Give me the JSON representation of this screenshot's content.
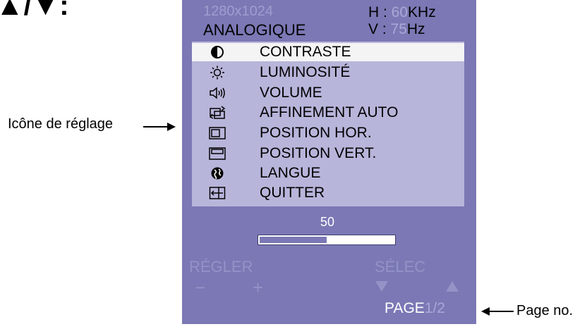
{
  "heading_fragment": "▲/▼:",
  "osd": {
    "resolution": "1280x1024",
    "mode": "ANALOGIQUE",
    "h_label": "H : ",
    "h_value": "60",
    "h_unit": "KHz",
    "v_label": "V : ",
    "v_value": "75",
    "v_unit": "Hz",
    "menu": [
      {
        "label": "CONTRASTE",
        "icon": "contrast-icon",
        "selected": true
      },
      {
        "label": "LUMINOSITÉ",
        "icon": "brightness-icon",
        "selected": false
      },
      {
        "label": "VOLUME",
        "icon": "volume-icon",
        "selected": false
      },
      {
        "label": "AFFINEMENT AUTO",
        "icon": "auto-adjust-icon",
        "selected": false
      },
      {
        "label": "POSITION HOR.",
        "icon": "horizontal-position-icon",
        "selected": false
      },
      {
        "label": "POSITION VERT.",
        "icon": "vertical-position-icon",
        "selected": false
      },
      {
        "label": "LANGUE",
        "icon": "language-icon",
        "selected": false
      },
      {
        "label": "QUITTER",
        "icon": "exit-icon",
        "selected": false
      }
    ],
    "value": "50",
    "value_fraction": 0.5,
    "adjust_label": "RÉGLER",
    "select_label": "SÉLEC",
    "minus_label": "−",
    "plus_label": "+",
    "page_label": "PAGE",
    "page_number": "1/2"
  },
  "callouts": {
    "adjust_icon": "Icône de réglage",
    "page_no": "Page no."
  },
  "colors": {
    "osd_background": "#7b78b5",
    "menu_background": "#b8b5db",
    "selected_row": "#f4f4f4"
  }
}
